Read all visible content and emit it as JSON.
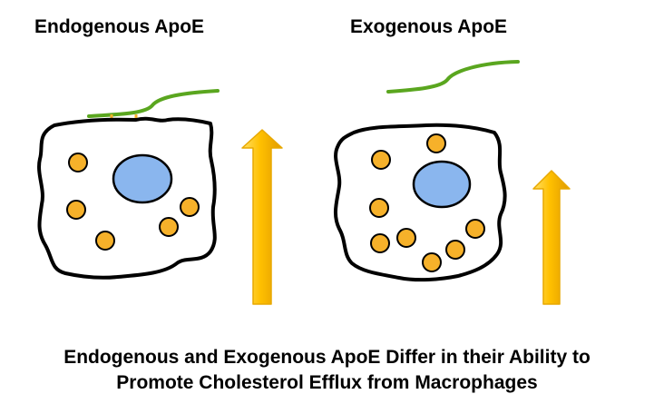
{
  "panels": {
    "left_title": "Endogenous ApoE",
    "right_title": "Exogenous ApoE"
  },
  "caption": {
    "line1": "Endogenous and Exogenous ApoE Differ in their Ability to",
    "line2": "Promote Cholesterol Efflux from Macrophages"
  },
  "colors": {
    "apoe_strand": "#5aa61f",
    "lipid_droplet": "#f6b12a",
    "nucleus": "#8ab6ee",
    "arrow": "#ffc000",
    "cell_outline": "#000000"
  },
  "arrows": {
    "left_relative_efflux": 1.0,
    "right_relative_efflux": 0.75
  }
}
